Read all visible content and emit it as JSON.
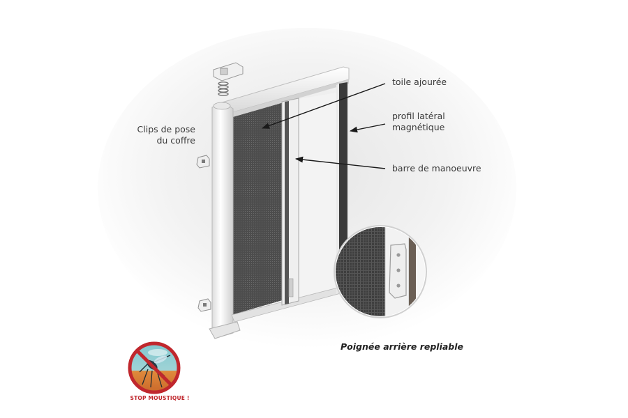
{
  "labels": {
    "toile": "toile ajourée",
    "profil_line1": "profil latéral",
    "profil_line2": "magnétique",
    "barre": "barre de manoeuvre",
    "clips_line1": "Clips de pose",
    "clips_line2": "du coffre"
  },
  "caption": "Poignée arrière repliable",
  "badge": {
    "text": "STOP MOUSTIQUE !",
    "color": "#c0272d"
  },
  "colors": {
    "frame": "#f4f4f4",
    "mesh": "#4a4a4a",
    "arrow": "#1a1a1a",
    "backdrop": "#e4e4e4"
  },
  "icons": [
    "spring-icon",
    "bracket-icon",
    "clip-icon",
    "handle-icon",
    "mosquito-icon"
  ]
}
